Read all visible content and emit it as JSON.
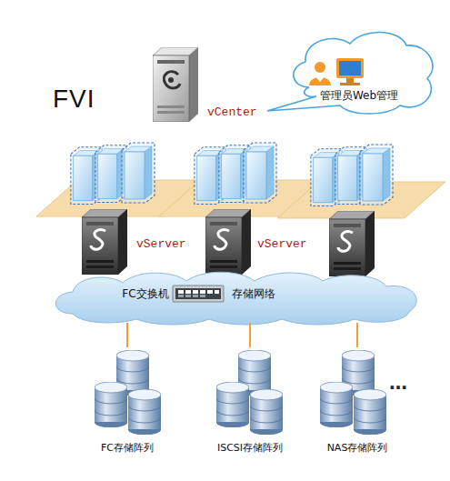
{
  "diagram": {
    "nodes": [
      {
        "text": [
          "vCenter"
        ]
      },
      {
        "text": [
          "管理员Web管理"
        ]
      },
      {
        "text": [
          "vServer"
        ]
      },
      {
        "text": [
          "vServer"
        ]
      },
      {
        "text": [
          "FC交换机",
          "存储网络"
        ]
      },
      {
        "text": [
          "FC存储阵列"
        ]
      },
      {
        "text": [
          "ISCSI存储阵列"
        ]
      },
      {
        "text": [
          "NAS存储阵列"
        ]
      }
    ],
    "edges": [
      {
        "from": 4,
        "to": 5,
        "arrow": "none"
      },
      {
        "from": 4,
        "to": 6,
        "arrow": "none"
      },
      {
        "from": 4,
        "to": 7,
        "arrow": "none"
      }
    ],
    "labels": [
      "FVI",
      "…"
    ]
  }
}
